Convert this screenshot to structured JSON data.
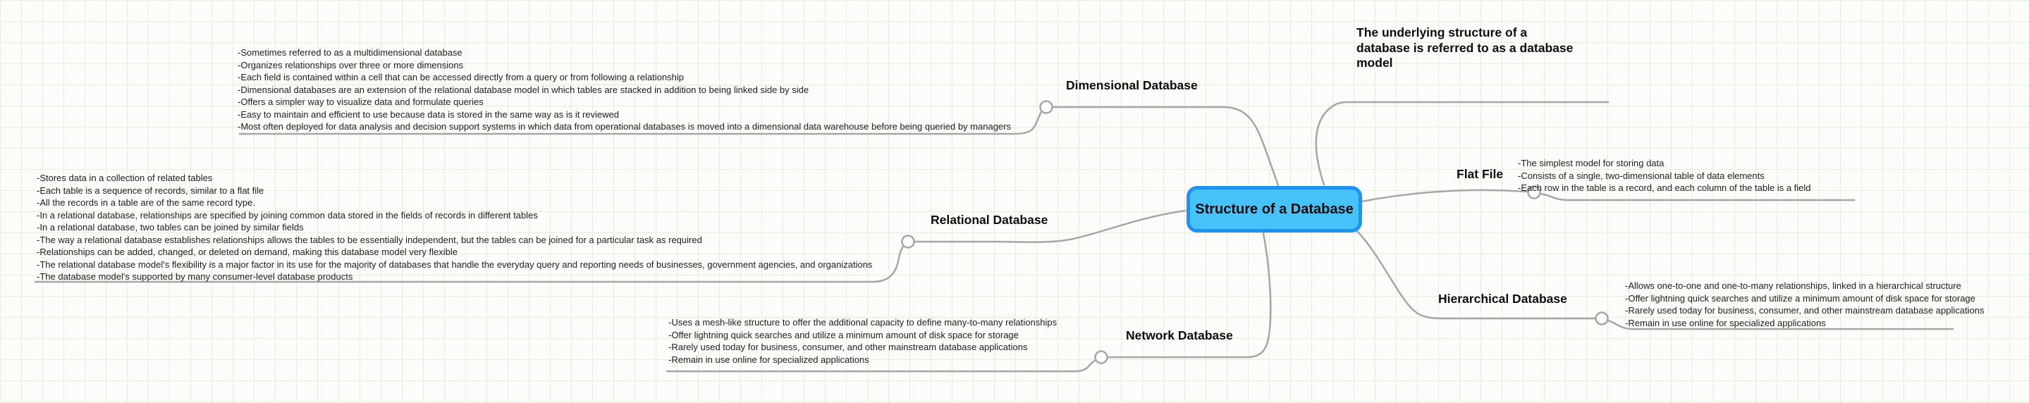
{
  "canvas": {
    "background_color": "#fcfdfa",
    "grid_color": "#e7ece0",
    "connector_color": "#a6a6a6",
    "root_fill": "#45c3f8",
    "root_border": "#1f91f0"
  },
  "root": {
    "label": "Structure of a Database"
  },
  "note": {
    "text": "The underlying structure of a\ndatabase is referred to as a database\nmodel"
  },
  "branches": {
    "dimensional": {
      "label": "Dimensional Database",
      "bullets": [
        "-Sometimes referred to as a multidimensional database",
        "-Organizes relationships over three or more dimensions",
        "-Each field is contained within a cell that can be accessed directly from a query or from following a relationship",
        "-Dimensional databases are an extension of the relational database model in which tables are stacked in addition to being linked side by side",
        "-Offers a simpler way to visualize data and formulate queries",
        "-Easy to maintain and efficient to use because data is stored in the same way as is it reviewed",
        "-Most often deployed for data analysis and decision support systems in which data from operational databases is moved into a dimensional data warehouse before being queried by managers"
      ]
    },
    "flat_file": {
      "label": "Flat File",
      "bullets": [
        "-The simplest model for storing data",
        "-Consists of a single, two-dimensional table of data elements",
        "-Each row in the table is a record, and each column of the table is a field"
      ]
    },
    "relational": {
      "label": "Relational Database",
      "bullets": [
        "-Stores data in a collection of related tables",
        "-Each table is a sequence of records, similar to a flat file",
        "-All the records in a table are of the same record type.",
        "-In a relational database, relationships are specified by joining common data stored in the fields of records in different tables",
        "-In a relational database, two tables can be joined by similar fields",
        "-The way a relational database establishes relationships allows the tables to be essentially independent, but the tables can be joined for a particular task as required",
        "-Relationships can be added, changed, or deleted on demand, making this database model very flexible",
        "-The relational database model's flexibility is a major factor in its use for the majority of databases that handle the everyday query and reporting needs of businesses, government agencies, and organizations",
        "-The database model's supported by many consumer-level database products"
      ]
    },
    "network": {
      "label": "Network Database",
      "bullets": [
        "-Uses a mesh-like structure to offer the additional capacity to define many-to-many relationships",
        "-Offer lightning quick searches and utilize a minimum amount of disk space for storage",
        "-Rarely used today for business, consumer, and other mainstream database applications",
        "-Remain in use online for specialized applications"
      ]
    },
    "hierarchical": {
      "label": "Hierarchical Database",
      "bullets": [
        "-Allows one-to-one and one-to-many relationships, linked in a hierarchical structure",
        "-Offer lightning quick searches and utilize a minimum amount of disk space for storage",
        "-Rarely used today for business, consumer, and other mainstream database applications",
        "-Remain in use online for specialized applications"
      ]
    }
  }
}
